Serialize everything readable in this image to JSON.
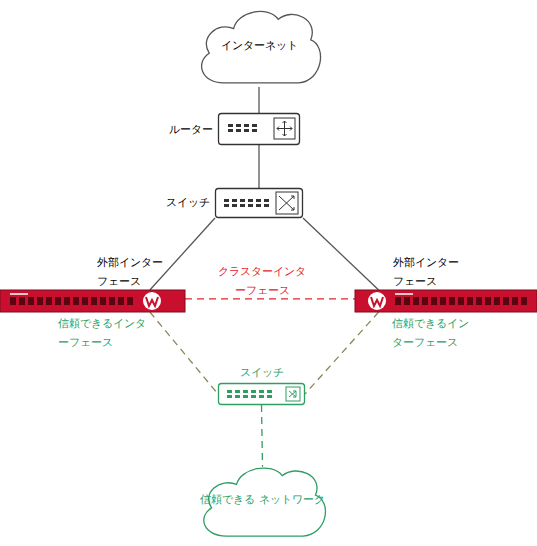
{
  "diagram": {
    "nodes": [
      {
        "text": [
          "インターネット"
        ]
      },
      {
        "text": [
          "ルーター"
        ]
      },
      {
        "text": [
          "スイッチ"
        ]
      },
      {
        "text": [
          "外部インター フェース",
          "信頼できるインタ ーフェース"
        ]
      },
      {
        "text": [
          "外部インター フェース",
          "信頼できるイン ターフェース"
        ]
      },
      {
        "text": [
          "スイッチ"
        ]
      },
      {
        "text": [
          "信頼できる ネットワーク"
        ]
      }
    ],
    "edges": [
      {
        "from": 0,
        "to": 1,
        "arrow": "none"
      },
      {
        "from": 1,
        "to": 2,
        "arrow": "none"
      },
      {
        "from": 2,
        "to": 3,
        "arrow": "none"
      },
      {
        "from": 2,
        "to": 4,
        "arrow": "none"
      },
      {
        "from": 3,
        "to": 4,
        "label": "クラスターインタ ーフェース",
        "arrow": "none"
      },
      {
        "from": 3,
        "to": 5,
        "arrow": "none"
      },
      {
        "from": 4,
        "to": 5,
        "arrow": "none"
      },
      {
        "from": 5,
        "to": 6,
        "arrow": "none"
      }
    ]
  }
}
